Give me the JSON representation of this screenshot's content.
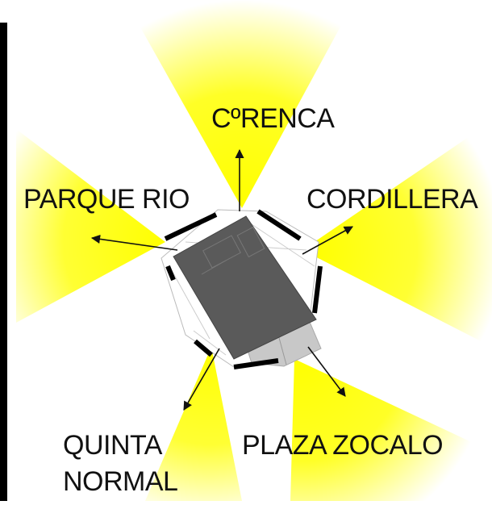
{
  "colors": {
    "light": "#ffff00",
    "building": "#5a5a5a",
    "plaza": "#c8c8c8",
    "wall": "#000000",
    "arrow": "#111111"
  },
  "labels": {
    "top": "CºRENCA",
    "left_upper": "PARQUE RIO",
    "right_upper": "CORDILLERA",
    "bottom_left_line1": "QUINTA",
    "bottom_left_line2": "NORMAL",
    "bottom_right": "PLAZA ZOCALO"
  }
}
